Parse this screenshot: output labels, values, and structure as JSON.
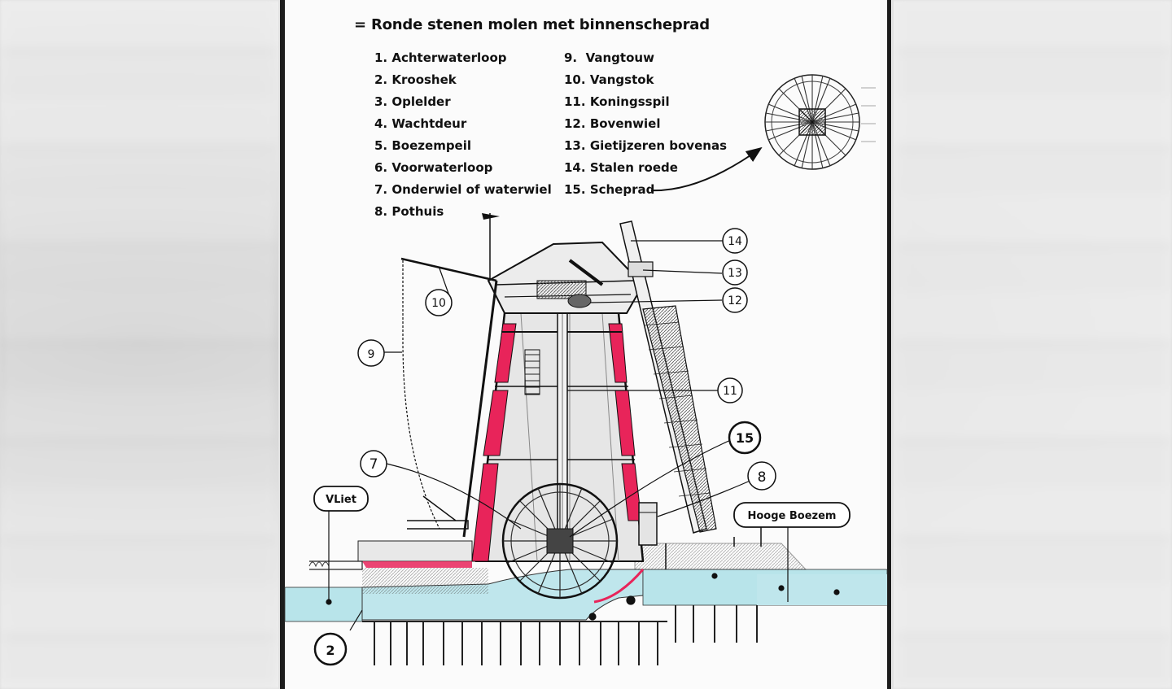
{
  "title": "= Ronde stenen molen met binnenscheprad",
  "legend": {
    "left": [
      {
        "num": "1.",
        "label": "Achterwaterloop"
      },
      {
        "num": "2.",
        "label": "Krooshek"
      },
      {
        "num": "3.",
        "label": "Oplelder"
      },
      {
        "num": "4.",
        "label": "Wachtdeur"
      },
      {
        "num": "5.",
        "label": "Boezempeil"
      },
      {
        "num": "6.",
        "label": "Voorwaterloop"
      },
      {
        "num": "7.",
        "label": "Onderwiel of waterwiel"
      },
      {
        "num": "8.",
        "label": "Pothuis"
      }
    ],
    "right": [
      {
        "num": "9.",
        "label": "Vangtouw"
      },
      {
        "num": "10.",
        "label": "Vangstok"
      },
      {
        "num": "11.",
        "label": "Koningsspil"
      },
      {
        "num": "12.",
        "label": "Bovenwiel"
      },
      {
        "num": "13.",
        "label": "Gietijzeren bovenas"
      },
      {
        "num": "14.",
        "label": "Stalen roede"
      },
      {
        "num": "15.",
        "label": "Scheprad"
      }
    ]
  },
  "callouts": {
    "c2": "2",
    "c7": "7",
    "c8": "8",
    "c9": "9",
    "c10": "10",
    "c11": "11",
    "c12": "12",
    "c13": "13",
    "c14": "14",
    "c15": "15"
  },
  "water_labels": {
    "left": "VLiet",
    "right": "Hooge Boezem"
  },
  "colors": {
    "paper": "#fbfbfb",
    "ink": "#1a1a1a",
    "red": "#e8245a",
    "water": "#b8e4ea"
  }
}
